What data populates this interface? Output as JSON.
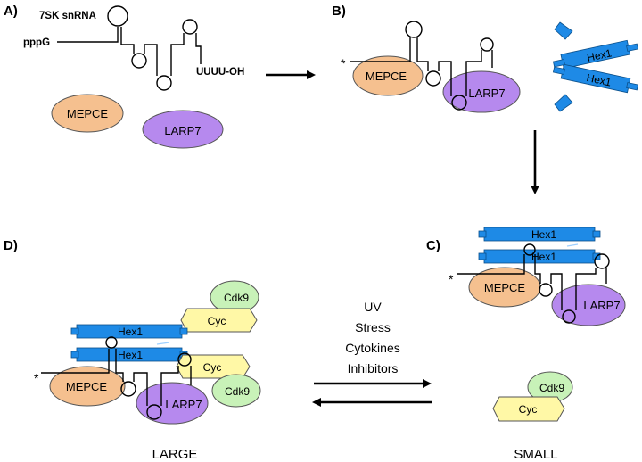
{
  "panels": {
    "a": "A)",
    "b": "B)",
    "c": "C)",
    "d": "D)"
  },
  "rna": {
    "name": "7SK snRNA",
    "five_prime": "pppG",
    "three_prime": "UUUU-OH",
    "cap_mark": "*"
  },
  "proteins": {
    "mepce": "MEPCE",
    "larp7": "LARP7",
    "hexim": "Hex1",
    "cdk9": "Cdk9",
    "cyclin": "Cyc"
  },
  "signals": [
    "UV",
    "Stress",
    "Cytokines",
    "Inhibitors"
  ],
  "complexes": {
    "large": "LARGE",
    "small": "SMALL"
  },
  "colors": {
    "mepce": "#F5C08F",
    "larp7": "#B689EE",
    "hexim": "#1E8AE6",
    "cdk9": "#C8F2B8",
    "cyclin": "#FFF8A6"
  }
}
